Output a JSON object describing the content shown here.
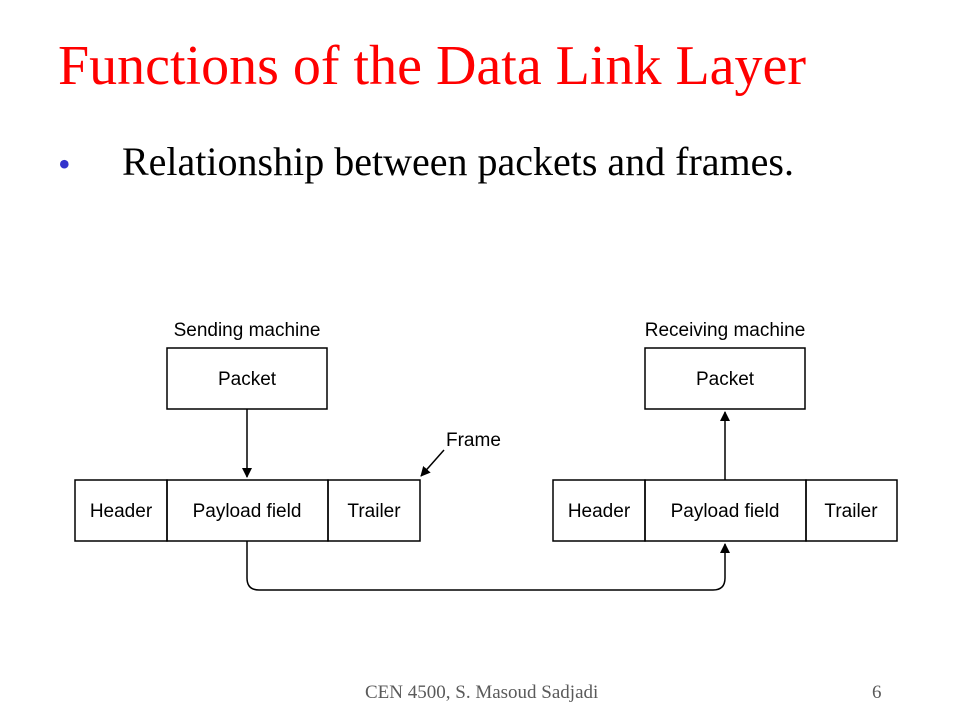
{
  "slide": {
    "title": "Functions of the Data Link Layer",
    "bullet_marker": "•",
    "bullet_text": "Relationship between packets and frames.",
    "footer_text": "CEN 4500, S. Masoud Sadjadi",
    "page_number": "6"
  },
  "diagram": {
    "sending_label": "Sending machine",
    "receiving_label": "Receiving machine",
    "packet_label": "Packet",
    "frame_label": "Frame",
    "frame_fields": [
      "Header",
      "Payload field",
      "Trailer"
    ]
  },
  "colors": {
    "title": "#ff0000",
    "bullet": "#3333cc",
    "footer": "#5a5a5a"
  }
}
